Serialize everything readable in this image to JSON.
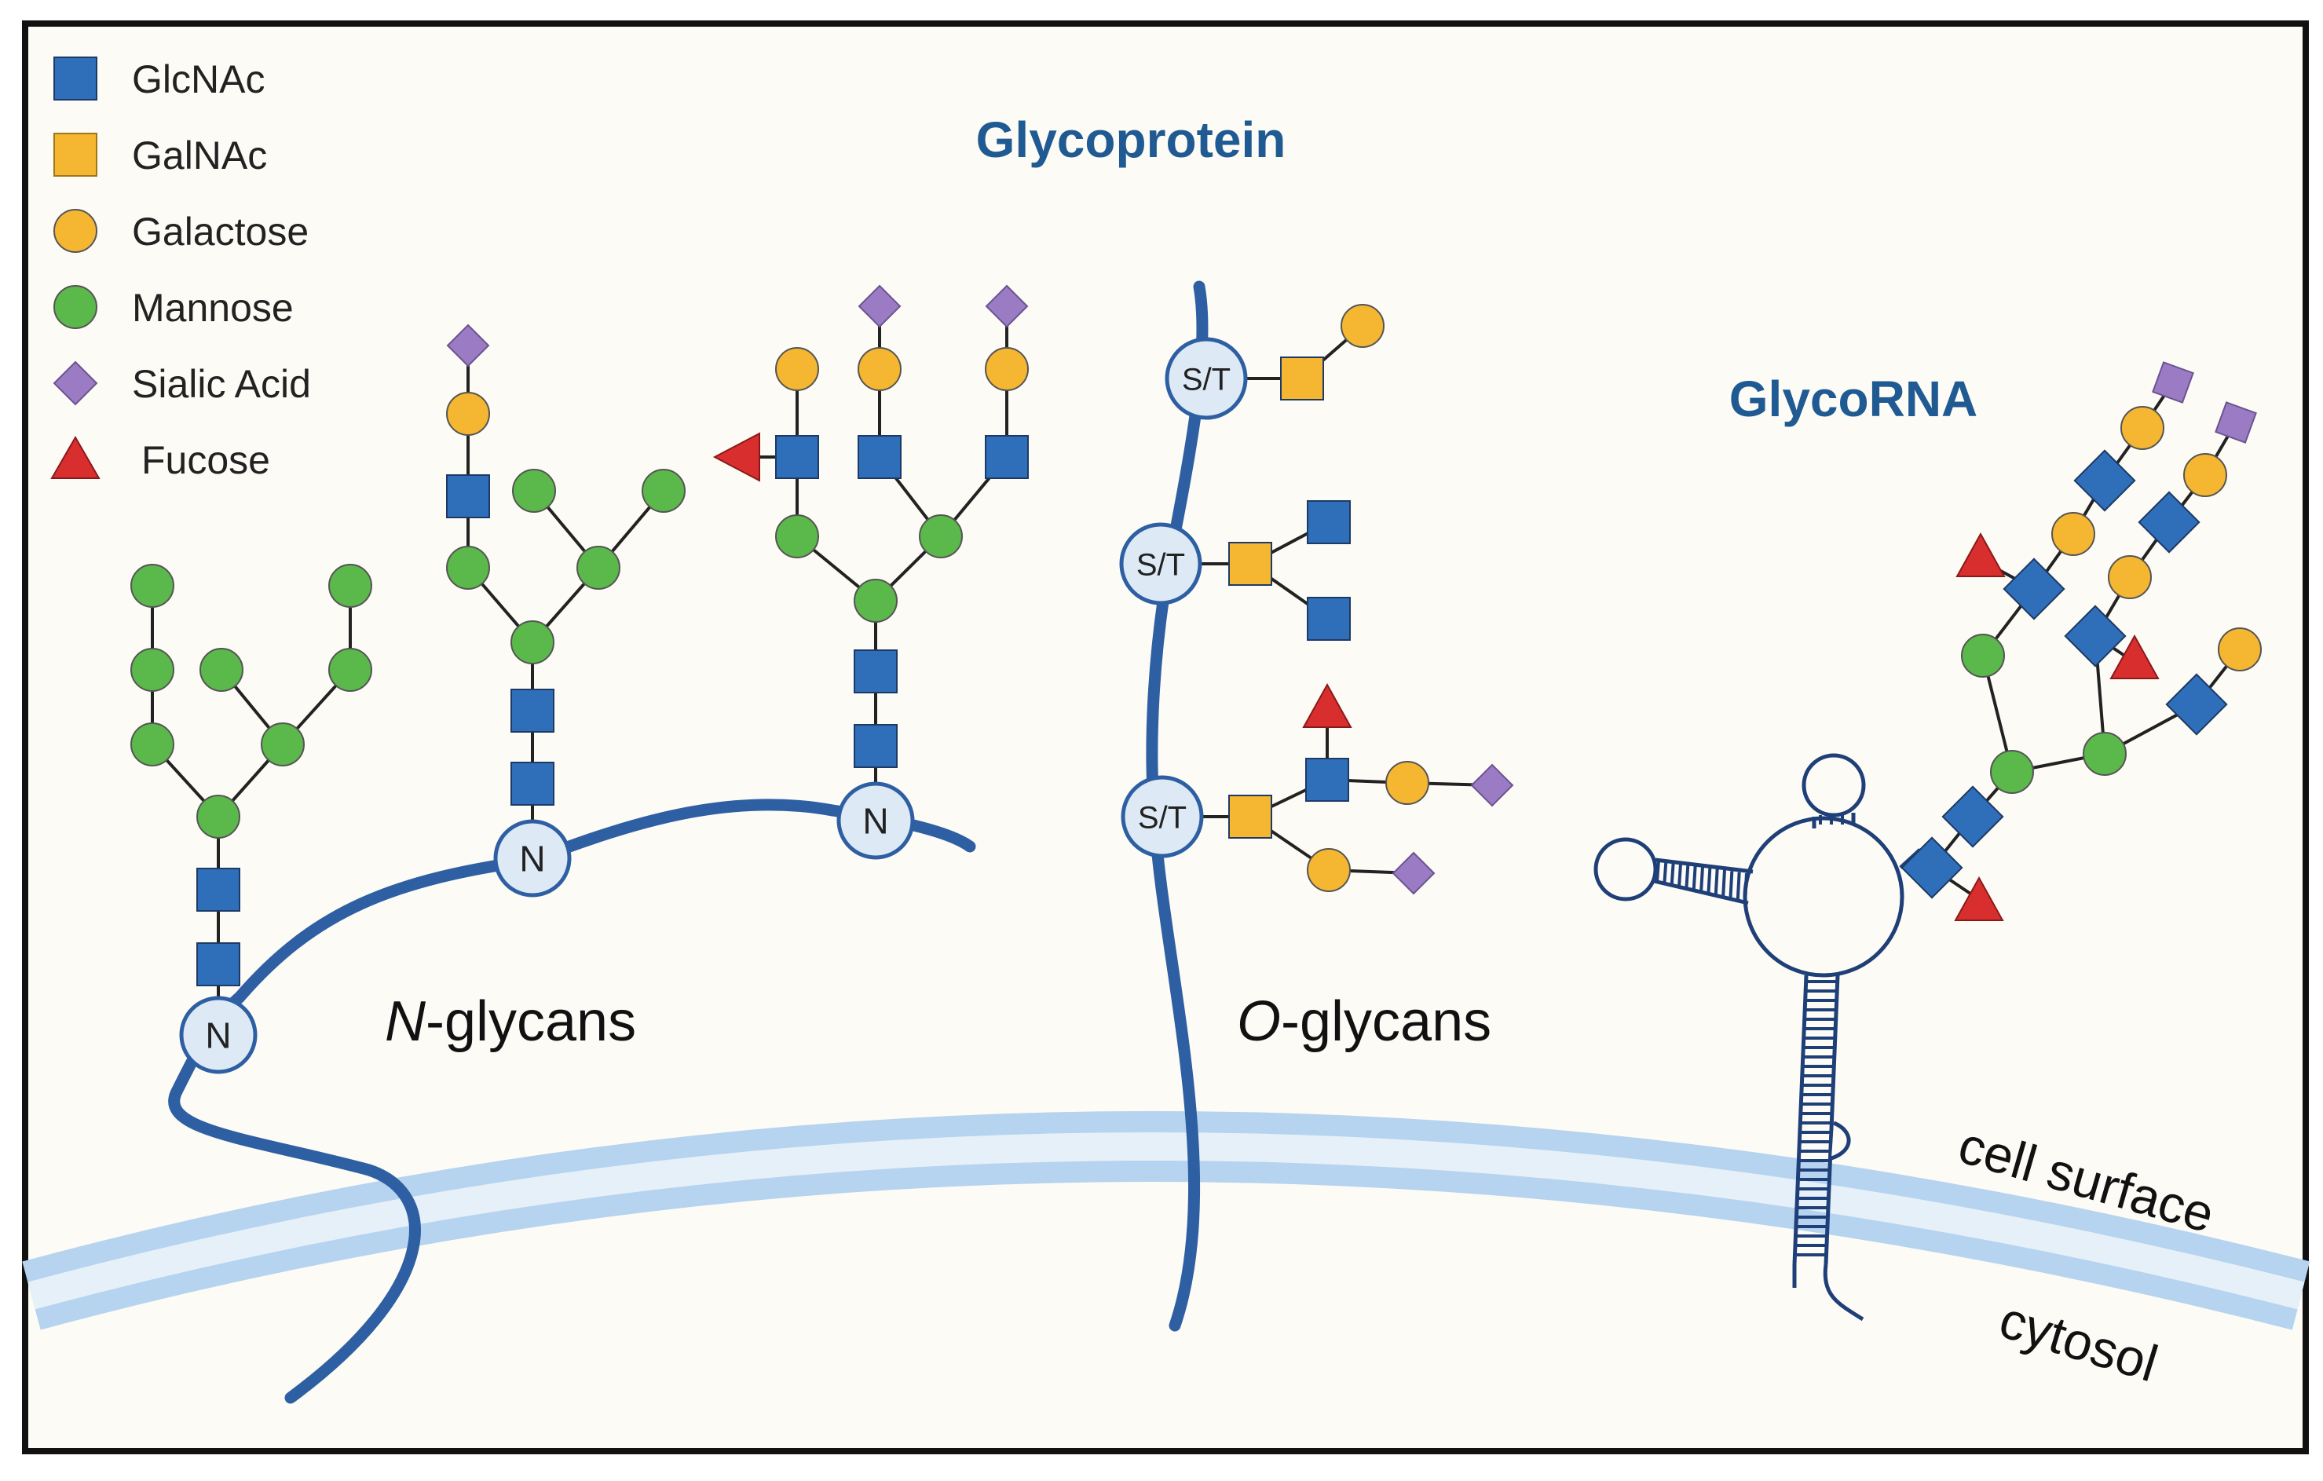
{
  "colors": {
    "background": "#fdfbf5",
    "border": "#111111",
    "protein": "#2e5fa3",
    "membrane": "#b6d3ef",
    "membrane_inner": "#e6f0f9",
    "glcnac": "#2f6fba",
    "galnac": "#f5b731",
    "galactose": "#f5b731",
    "mannose": "#5ab94a",
    "sialic_acid": "#9b7cc4",
    "fucose": "#d92e2e",
    "site_fill": "#dde9f5",
    "title": "#1f5a93"
  },
  "legend": {
    "items": [
      {
        "label": "GlcNAc",
        "shape": "square-blue-icon"
      },
      {
        "label": "GalNAc",
        "shape": "square-yellow-icon"
      },
      {
        "label": "Galactose",
        "shape": "circle-yellow-icon"
      },
      {
        "label": "Mannose",
        "shape": "circle-green-icon"
      },
      {
        "label": "Sialic Acid",
        "shape": "diamond-purple-icon"
      },
      {
        "label": "Fucose",
        "shape": "triangle-red-icon"
      }
    ]
  },
  "titles": {
    "glycoprotein": "Glycoprotein",
    "glycorna": "GlycoRNA"
  },
  "sections": {
    "n_glycans_prefix": "N",
    "n_glycans_suffix": "-glycans",
    "o_glycans_prefix": "O",
    "o_glycans_suffix": "-glycans"
  },
  "sites": {
    "n_site": "N",
    "st_site": "S/T"
  },
  "membrane": {
    "outer_label": "cell surface",
    "inner_label": "cytosol"
  }
}
